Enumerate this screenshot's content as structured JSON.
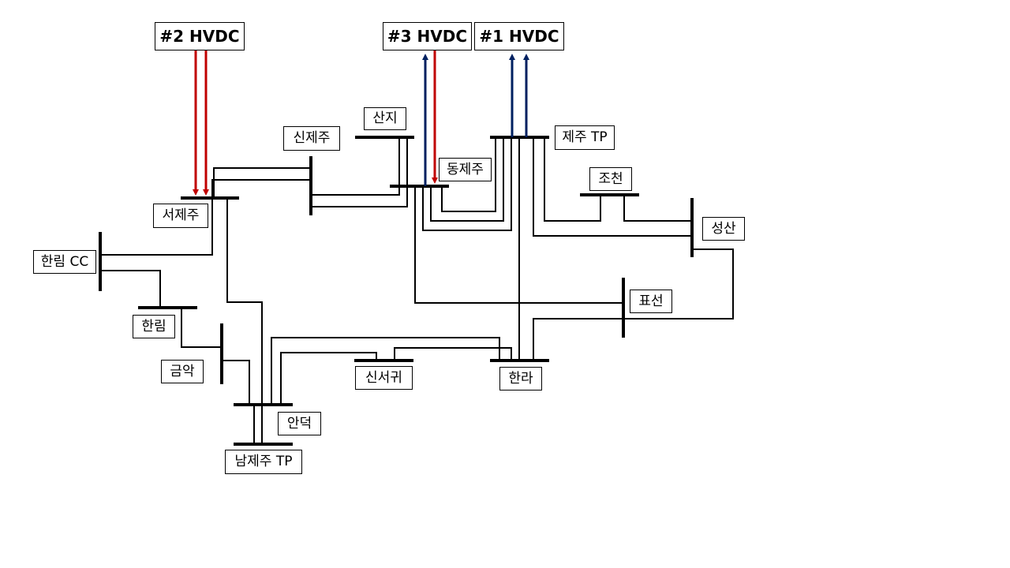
{
  "hvdc": {
    "hvdc2": "#2 HVDC",
    "hvdc3": "#3 HVDC",
    "hvdc1": "#1 HVDC"
  },
  "buses": {
    "sanji": "산지",
    "sinjeju": "신제주",
    "jeju_tp": "제주 TP",
    "dongjeju": "동제주",
    "jocheon": "조천",
    "seojeju": "서제주",
    "seongsan": "성산",
    "hallim_cc": "한림 CC",
    "pyoseon": "표선",
    "hallim": "한림",
    "geumak": "금악",
    "sinseogwi": "신서귀",
    "halla": "한라",
    "andeok": "안덕",
    "namjeju_tp": "남제주 TP"
  },
  "colors": {
    "import_flow": "#c00000",
    "export_flow": "#002060",
    "line": "#000000"
  }
}
